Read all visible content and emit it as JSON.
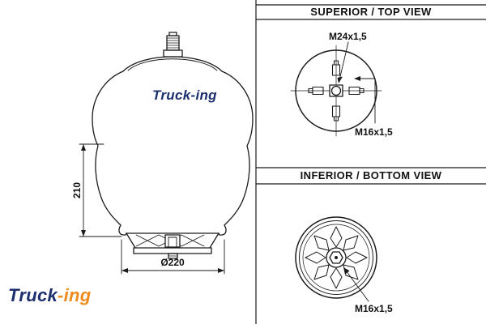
{
  "colors": {
    "line": "#1a1a1a",
    "brand_navy": "#1b2f6e",
    "brand_orange": "#f08c1e",
    "background": "#ffffff"
  },
  "side_view": {
    "height_dimension": "210",
    "diameter_dimension": "Ø220",
    "body_logo": {
      "truck": "Truck",
      "ing": "-ing"
    }
  },
  "top_view": {
    "title": "SUPERIOR / TOP VIEW",
    "labels": {
      "center_thread": "M24x1,5",
      "stud_thread": "M16x1,5"
    }
  },
  "bottom_view": {
    "title": "INFERIOR / BOTTOM VIEW",
    "labels": {
      "stud_thread": "M16x1,5"
    }
  },
  "footer_logo": {
    "truck": "Truck",
    "ing": "-ing"
  }
}
